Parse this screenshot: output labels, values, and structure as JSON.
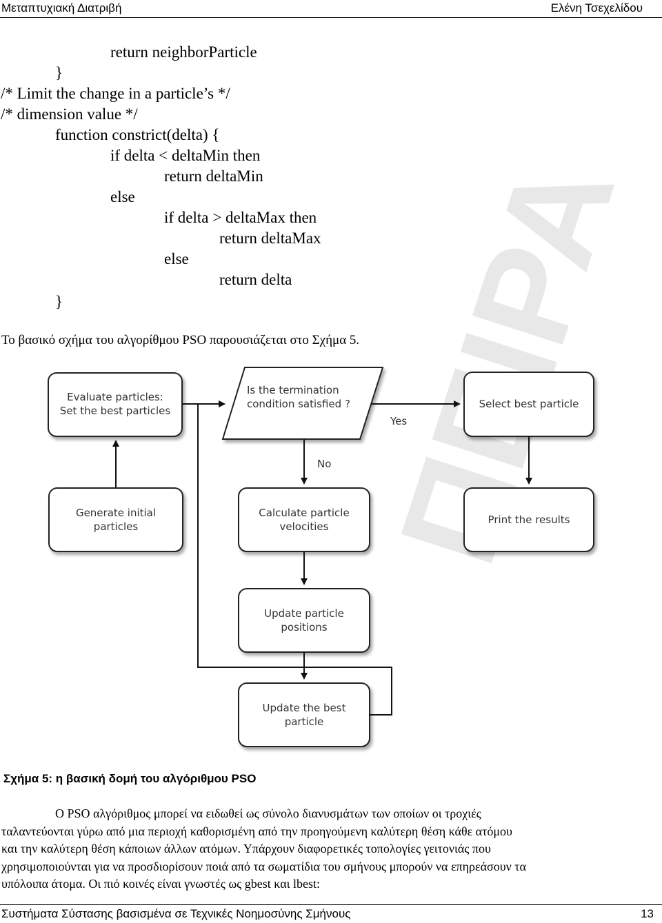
{
  "header": {
    "left": "Μεταπτυχιακή Διατριβή",
    "right": "Ελένη Τσεχελίδου"
  },
  "code": [
    "return neighborParticle",
    "}",
    "/* Limit the change in a particle’s */",
    "/* dimension value */",
    "function constrict(delta) {",
    "if delta < deltaMin then",
    "return deltaMin",
    "else",
    "if delta > deltaMax then",
    "return deltaMax",
    "else",
    "return delta",
    "}"
  ],
  "intro": "Το βασικό σχήμα του αλγορίθμου PSO παρουσιάζεται στο Σχήμα 5.",
  "flowchart": {
    "evaluate": [
      "Evaluate particles:",
      "Set the best particles"
    ],
    "decision": [
      "Is the termination",
      "condition satisfied ?"
    ],
    "select_best": [
      "Select best particle"
    ],
    "yes_label": "Yes",
    "no_label": "No",
    "generate": [
      "Generate initial",
      "particles"
    ],
    "calculate": [
      "Calculate particle",
      "velocities"
    ],
    "print": [
      "Print the results"
    ],
    "update_positions": [
      "Update particle",
      "positions"
    ],
    "update_best": [
      "Update the best",
      "particle"
    ]
  },
  "caption": "Σχήμα 5: η βασική δομή του αλγόριθμου PSO",
  "body": [
    "Ο PSO αλγόριθμος μπορεί να ειδωθεί ως σύνολο διανυσμάτων των οποίων οι τροχιές",
    "ταλαντεύονται γύρω από μια περιοχή καθορισμένη από την προηγούμενη καλύτερη θέση κάθε ατόμου",
    "και την καλύτερη θέση κάποιων άλλων ατόμων. Υπάρχουν διαφορετικές τοπολογίες γειτονιάς που",
    "χρησιμοποιούνται για να προσδιορίσουν ποιά από τα σωματίδια του σμήνους μπορούν να επηρεάσουν τα",
    "υπόλοιπα άτομα. Οι πιό κοινές είναι γνωστές ως gbest και lbest:"
  ],
  "footer": {
    "left": "Συστήματα Σύστασης βασισμένα σε Τεχνικές Νοημοσύνης Σμήνους",
    "page": "13"
  }
}
